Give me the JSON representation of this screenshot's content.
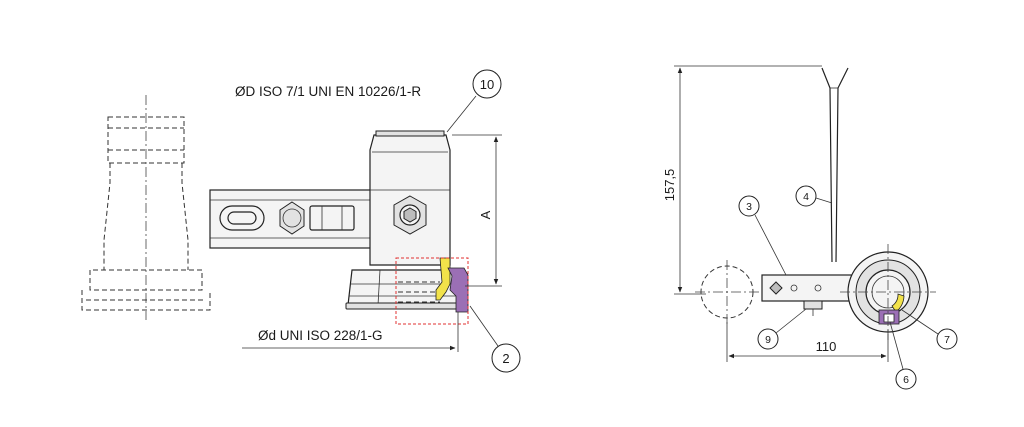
{
  "labels": {
    "thread_major": "ØD ISO 7/1 UNI EN 10226/1-R",
    "thread_minor": "Ød UNI ISO 228/1-G",
    "dim_a": "A",
    "dim_height": "157,5",
    "dim_width": "110"
  },
  "callouts": {
    "c10": "10",
    "c2": "2",
    "c3": "3",
    "c4": "4",
    "c9": "9",
    "c7": "7",
    "c6": "6"
  },
  "colors": {
    "seal_yellow": "#f2e24a",
    "seal_purple": "#9b6fb5",
    "highlight_red": "#e03030"
  }
}
